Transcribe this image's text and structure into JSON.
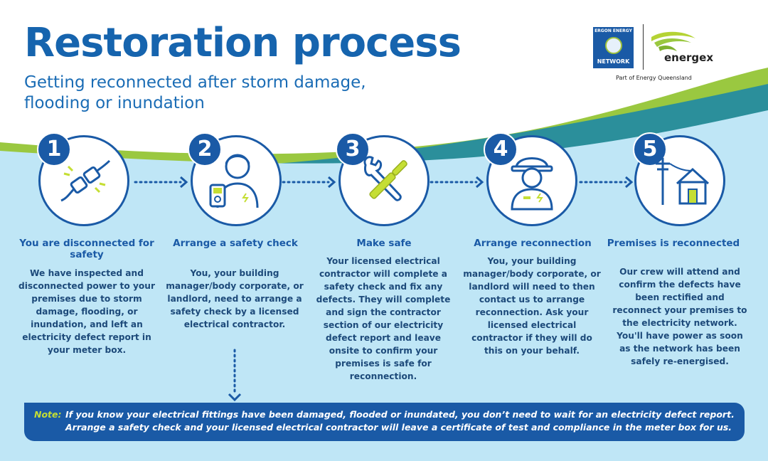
{
  "header": {
    "title": "Restoration process",
    "subtitle": "Getting reconnected after storm damage, flooding or inundation"
  },
  "logos": {
    "ergon_top": "ERGON ENERGY",
    "ergon_network": "NETWORK",
    "energex": "energex",
    "caption": "Part of Energy Queensland"
  },
  "colors": {
    "brand_blue": "#1a5aa6",
    "light_blue_bg": "#bfe6f6",
    "accent_green": "#c5de34",
    "wave_teal": "#2b8f9b"
  },
  "steps": [
    {
      "number": "1",
      "title": "You are disconnected for safety",
      "body": "We have inspected and disconnected power to your premises due to storm damage, flooding, or inundation, and left an electricity defect report in your meter box.",
      "icon": "unplugged-plug-icon"
    },
    {
      "number": "2",
      "title": "Arrange a safety check",
      "body": "You, your building manager/body corporate, or landlord, need to arrange a safety check by a licensed electrical contractor.",
      "icon": "electrician-multimeter-icon"
    },
    {
      "number": "3",
      "title": "Make safe",
      "body": "Your licensed electrical contractor will complete a safety check and fix any defects. They will complete and sign the contractor section of our electricity defect report and leave onsite to confirm your premises is safe for reconnection.",
      "icon": "wrench-screwdriver-icon"
    },
    {
      "number": "4",
      "title": "Arrange reconnection",
      "body": "You, your building manager/body corporate, or landlord will need to then contact us to arrange reconnection. Ask your licensed electrical contractor if they will do this on your behalf.",
      "icon": "crew-worker-hardhat-icon"
    },
    {
      "number": "5",
      "title": "Premises is reconnected",
      "body": "Our crew will attend and confirm the defects have been rectified and reconnect your premises to the electricity network. You'll have power as soon as the network has been safely re-energised.",
      "icon": "house-powerline-icon"
    }
  ],
  "note": {
    "label": "Note:",
    "line1": "If you know your electrical fittings have been damaged, flooded or inundated, you don’t need to wait for an electricity defect report.",
    "line2": "Arrange a safety check and your licensed electrical contractor will leave a certificate of test and compliance in the meter box for us."
  }
}
